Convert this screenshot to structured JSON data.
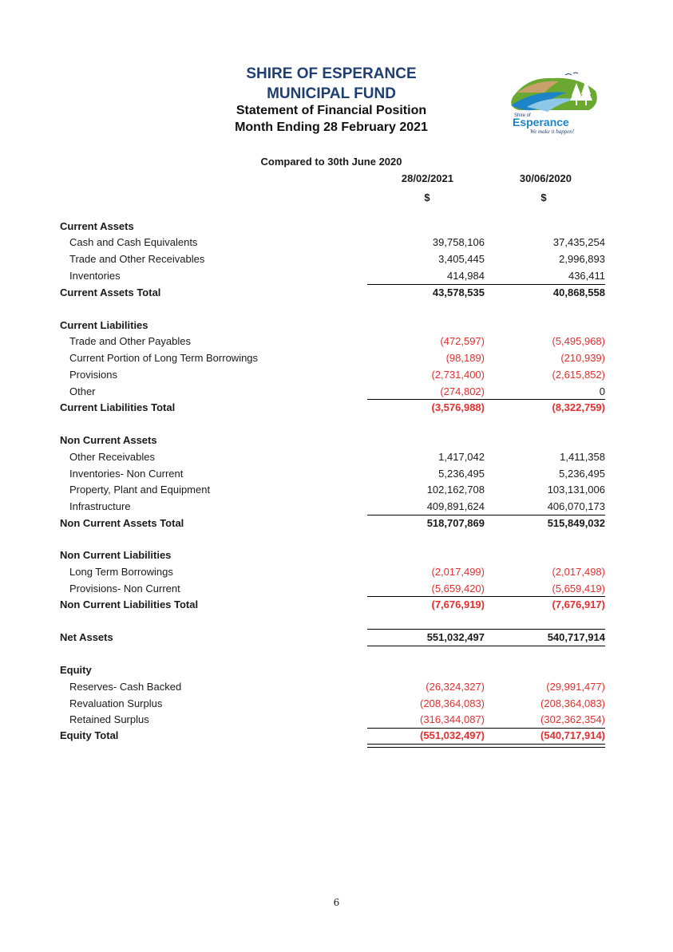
{
  "header": {
    "org": "SHIRE OF ESPERANCE",
    "fund": "MUNICIPAL FUND",
    "statement": "Statement of Financial Position",
    "period": "Month Ending 28 February 2021",
    "compared": "Compared to 30th June 2020",
    "col1_date": "28/02/2021",
    "col2_date": "30/06/2020",
    "currency": "$"
  },
  "logo": {
    "shire_of": "Shire of",
    "name": "Esperance",
    "tagline": "We make it happen!",
    "colors": {
      "green": "#6aa832",
      "blue": "#1d84c7",
      "navy": "#1f3f73",
      "sky": "#8fc7e6"
    }
  },
  "colors": {
    "title": "#1f3f73",
    "negative": "#e62e2e"
  },
  "rows": [
    {
      "label": "Current Assets"
    },
    {
      "label": "Cash and Cash Equivalents",
      "v1": "39,758,106",
      "v2": "37,435,254"
    },
    {
      "label": "Trade and Other Receivables",
      "v1": "3,405,445",
      "v2": "2,996,893"
    },
    {
      "label": "Inventories",
      "v1": "414,984",
      "v2": "436,411"
    },
    {
      "label": "Current Assets Total",
      "v1": "43,578,535",
      "v2": "40,868,558"
    },
    {
      "label": "Current Liabilities"
    },
    {
      "label": "Trade and Other Payables",
      "v1": "(472,597)",
      "v2": "(5,495,968)"
    },
    {
      "label": "Current Portion of Long Term Borrowings",
      "v1": "(98,189)",
      "v2": "(210,939)"
    },
    {
      "label": "Provisions",
      "v1": "(2,731,400)",
      "v2": "(2,615,852)"
    },
    {
      "label": "Other",
      "v1": "(274,802)",
      "v2": "0"
    },
    {
      "label": "Current Liabilities Total",
      "v1": "(3,576,988)",
      "v2": "(8,322,759)"
    },
    {
      "label": "Non Current Assets"
    },
    {
      "label": "Other Receivables",
      "v1": "1,417,042",
      "v2": "1,411,358"
    },
    {
      "label": "Inventories- Non Current",
      "v1": "5,236,495",
      "v2": "5,236,495"
    },
    {
      "label": "Property, Plant and Equipment",
      "v1": "102,162,708",
      "v2": "103,131,006"
    },
    {
      "label": "Infrastructure",
      "v1": "409,891,624",
      "v2": "406,070,173"
    },
    {
      "label": "Non Current Assets Total",
      "v1": "518,707,869",
      "v2": "515,849,032"
    },
    {
      "label": "Non Current Liabilities"
    },
    {
      "label": "Long Term Borrowings",
      "v1": "(2,017,499)",
      "v2": "(2,017,498)"
    },
    {
      "label": "Provisions- Non Current",
      "v1": "(5,659,420)",
      "v2": "(5,659,419)"
    },
    {
      "label": "Non Current Liabilities Total",
      "v1": "(7,676,919)",
      "v2": "(7,676,917)"
    },
    {
      "label": "Net Assets",
      "v1": "551,032,497",
      "v2": "540,717,914"
    },
    {
      "label": "Equity"
    },
    {
      "label": "Reserves- Cash Backed",
      "v1": "(26,324,327)",
      "v2": "(29,991,477)"
    },
    {
      "label": "Revaluation Surplus",
      "v1": "(208,364,083)",
      "v2": "(208,364,083)"
    },
    {
      "label": "Retained Surplus",
      "v1": "(316,344,087)",
      "v2": "(302,362,354)"
    },
    {
      "label": "Equity Total",
      "v1": "(551,032,497)",
      "v2": "(540,717,914)"
    }
  ],
  "footer": {
    "page_number": "6"
  }
}
